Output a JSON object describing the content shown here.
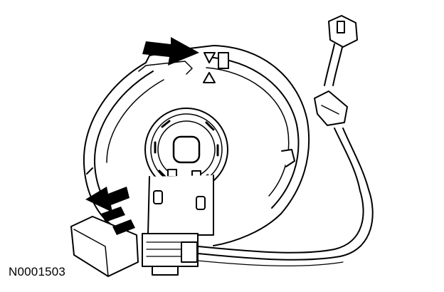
{
  "figure": {
    "reference_id": "N0001503",
    "line_color": "#000000",
    "background_color": "#ffffff",
    "components": [
      "clockspring-housing",
      "center-hub",
      "alignment-arrow-marks",
      "triangle-alignment-marks",
      "wire-harness",
      "harness-connectors",
      "tab-lock"
    ]
  }
}
